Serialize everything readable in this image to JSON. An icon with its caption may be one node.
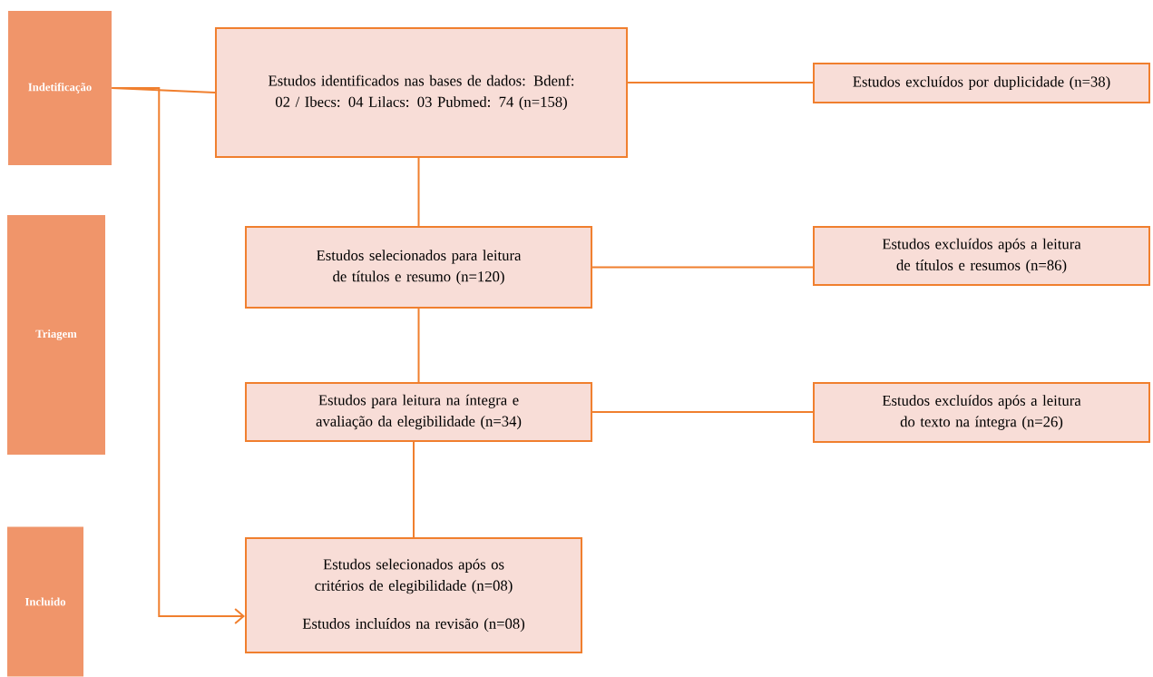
{
  "diagram": {
    "nodes": [
      {
        "text": [
          "Indetificação"
        ]
      },
      {
        "text": [
          "Triagem"
        ]
      },
      {
        "text": [
          "Incluido"
        ]
      },
      {
        "text": [
          "Estudos identificados nas bases de dados: Bdenf: 02 / Ibecs: 04 Lilacs: 03 Pubmed: 74 (n=158)"
        ]
      },
      {
        "text": [
          "Estudos excluídos por duplicidade (n=38)"
        ]
      },
      {
        "text": [
          "Estudos selecionados para leitura de títulos e resumo (n=120)"
        ]
      },
      {
        "text": [
          "Estudos excluídos após a leitura de títulos e resumos (n=86)"
        ]
      },
      {
        "text": [
          "Estudos para leitura na íntegra e avaliação da elegibilidade (n=34)"
        ]
      },
      {
        "text": [
          "Estudos excluídos após a leitura do texto na íntegra (n=26)"
        ]
      },
      {
        "text": [
          "Estudos selecionados após os critérios de elegibilidade (n=08)",
          "Estudos incluídos na revisão (n=08)"
        ]
      }
    ],
    "edges": [
      {
        "from": 0,
        "to": 3,
        "arrow": "none"
      },
      {
        "from": 3,
        "to": 4,
        "arrow": "none"
      },
      {
        "from": 3,
        "to": 5,
        "arrow": "none"
      },
      {
        "from": 5,
        "to": 6,
        "arrow": "none"
      },
      {
        "from": 5,
        "to": 7,
        "arrow": "none"
      },
      {
        "from": 7,
        "to": 8,
        "arrow": "none"
      },
      {
        "from": 7,
        "to": 9,
        "arrow": "none"
      },
      {
        "from": 0,
        "to": 9,
        "arrow": "to"
      }
    ]
  }
}
